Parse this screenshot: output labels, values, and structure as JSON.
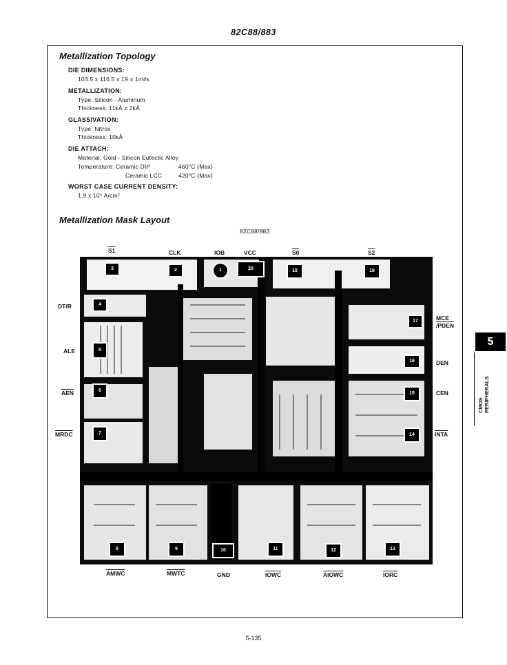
{
  "header": "82C88/883",
  "topology": {
    "title": "Metallization Topology",
    "die_dimensions_label": "DIE DIMENSIONS:",
    "die_dimensions_value": "103.5 x 116.5 x 19 ± 1mils",
    "metallization_label": "METALLIZATION:",
    "metallization_type": "Type: Silicon - Aluminum",
    "metallization_thickness": "Thickness: 11kÅ ± 2kÅ",
    "glassivation_label": "GLASSIVATION:",
    "glassivation_type": "Type: Nitrox",
    "glassivation_thickness": "Thickness: 10kÅ",
    "die_attach_label": "DIE ATTACH:",
    "die_attach_material": "Material: Gold - Silicon Eutectic Alloy",
    "die_attach_temp_label": "Temperature: Ceramic DIP",
    "die_attach_temp_dip": "460°C (Max)",
    "die_attach_lcc_label": "Ceramic LCC",
    "die_attach_temp_lcc": "420°C (Max)",
    "current_density_label": "WORST CASE CURRENT DENSITY:",
    "current_density_value": "1.9 x 10⁵ A/cm²"
  },
  "mask": {
    "title": "Metallization Mask Layout",
    "caption": "82C88/883",
    "pins_top": [
      "S1",
      "CLK",
      "IOB",
      "VCC",
      "S0",
      "S2"
    ],
    "pins_left": [
      "DT/R",
      "ALE",
      "AEN",
      "MRDC"
    ],
    "pins_right": [
      "MCE",
      "/PDEN",
      "DEN",
      "CEN",
      "INTA"
    ],
    "pins_bottom": [
      "AMWC",
      "MWTC",
      "GND",
      "IOWC",
      "AIOWC",
      "IORC"
    ],
    "pad_numbers": [
      "3",
      "2",
      "1",
      "20",
      "19",
      "18",
      "4",
      "17",
      "5",
      "16",
      "6",
      "15",
      "7",
      "14",
      "8",
      "9",
      "10",
      "11",
      "12",
      "13"
    ]
  },
  "side_tab": {
    "number": "5",
    "line1": "CMOS",
    "line2": "PERIPHERALS"
  },
  "footer": "5-135"
}
